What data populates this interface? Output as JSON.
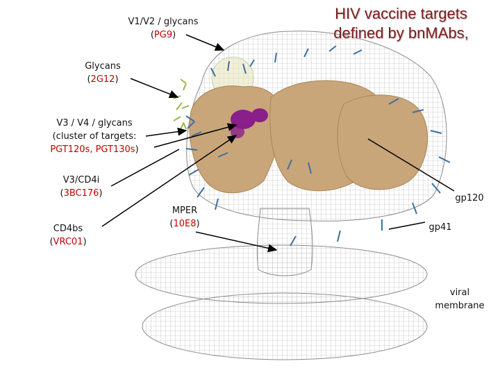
{
  "title": {
    "line1": "HIV vaccine targets",
    "line2": "defined by bnMAbs,"
  },
  "labels": {
    "v1v2": {
      "prefix": "V1/V2 / glycans",
      "open": "(",
      "antibody": "PG9",
      "close": ")"
    },
    "glycans": {
      "prefix": "Glycans",
      "open": "(",
      "antibody": "2G12",
      "close": ")"
    },
    "v3v4": {
      "line1": "V3 / V4 / glycans",
      "line2": "(cluster of targets:",
      "antibody": "PGT120s, PGT130s",
      "close": ")"
    },
    "v3cd4i": {
      "prefix": "V3/CD4i",
      "open": "(",
      "antibody": "3BC176",
      "close": ")"
    },
    "cd4bs": {
      "prefix": "CD4bs",
      "open": "(",
      "antibody": "VRC01",
      "close": ")"
    },
    "mper": {
      "prefix": "MPER",
      "open": "(",
      "antibody": "10E8",
      "close": ")"
    },
    "gp120": "gp120",
    "gp41": "gp41",
    "membrane": {
      "line1": "viral",
      "line2": "membrane"
    }
  },
  "colors": {
    "antibody_text": "#c00000",
    "title_text": "#7a1f1f",
    "protein_tan": "#c9a57a",
    "glycan_blue": "#3d6f9e",
    "glycan_green": "#9ab84a",
    "v3_purple": "#8a1e8a",
    "mesh_gray": "#9a9a9a"
  }
}
